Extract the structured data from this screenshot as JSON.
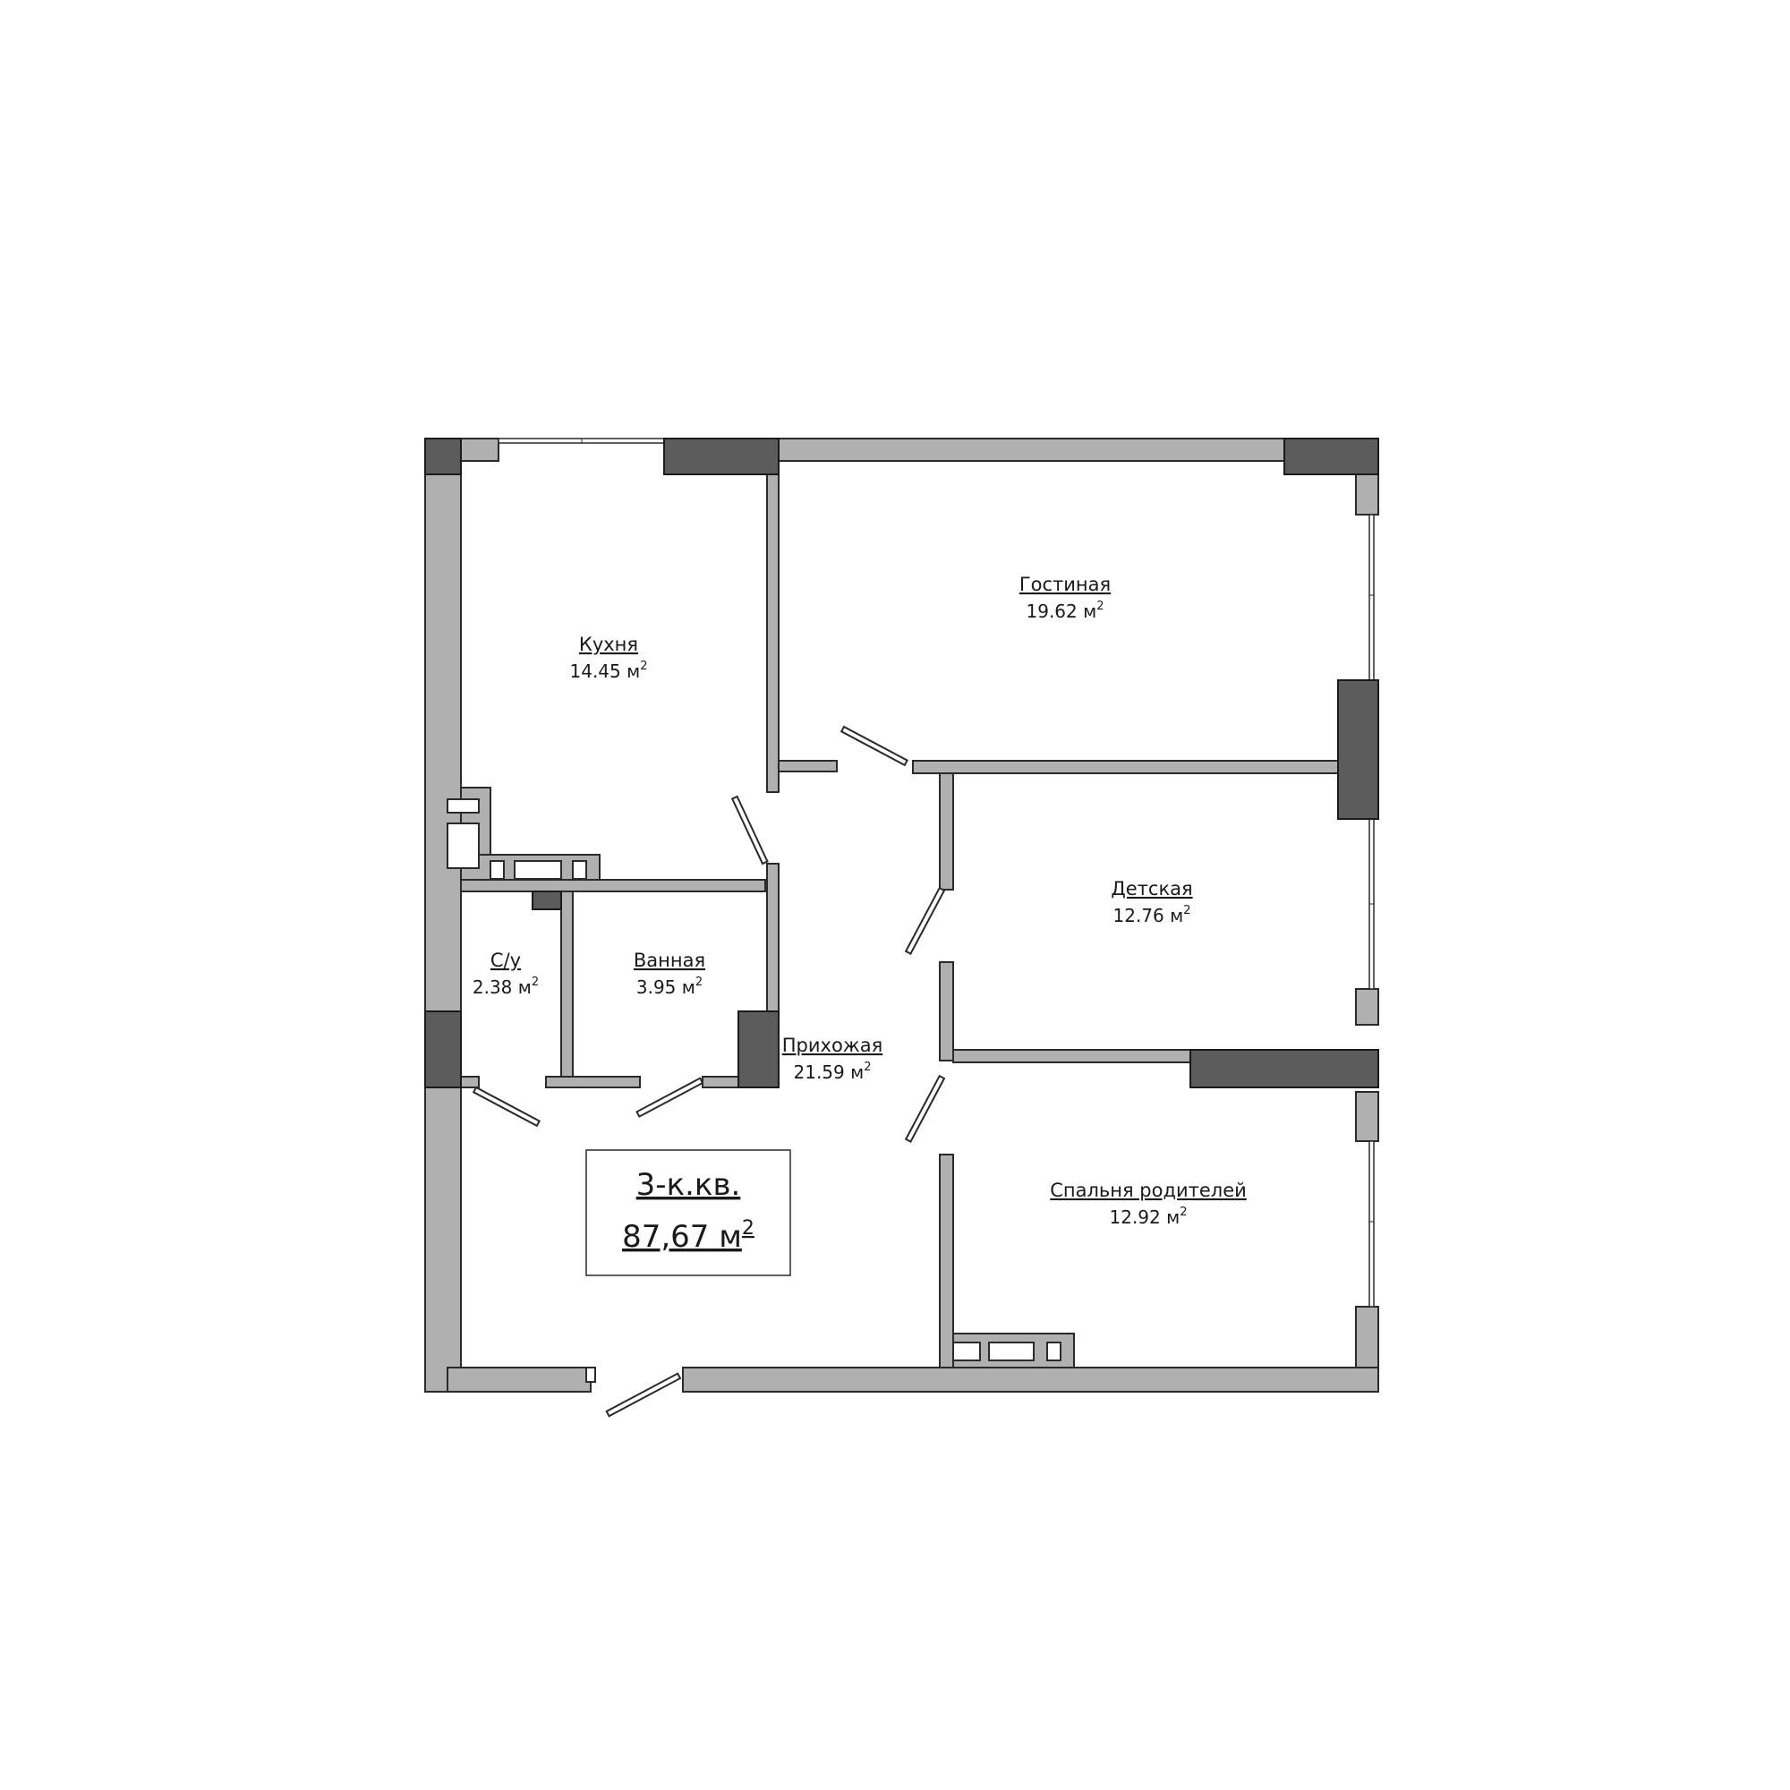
{
  "plan": {
    "rooms": [
      {
        "id": "kitchen",
        "name": "Кухня",
        "area": "14.45 м",
        "sup": "2"
      },
      {
        "id": "living",
        "name": "Гостиная",
        "area": "19.62 м",
        "sup": "2"
      },
      {
        "id": "kids",
        "name": "Детская",
        "area": "12.76 м",
        "sup": "2"
      },
      {
        "id": "toilet",
        "name": "С/у",
        "area": "2.38 м",
        "sup": "2"
      },
      {
        "id": "bath",
        "name": "Ванная",
        "area": "3.95 м",
        "sup": "2"
      },
      {
        "id": "hall",
        "name": "Прихожая",
        "area": "21.59 м",
        "sup": "2"
      },
      {
        "id": "bedroom",
        "name": "Спальня родителей",
        "area": "12.92 м",
        "sup": "2"
      }
    ],
    "summary": {
      "type": "3-к.кв.",
      "area": "87,67 м",
      "sup": "2"
    },
    "colors": {
      "wall": "#b0b0b0",
      "pillar": "#5c5c5c",
      "line": "#2a2a2a"
    }
  }
}
